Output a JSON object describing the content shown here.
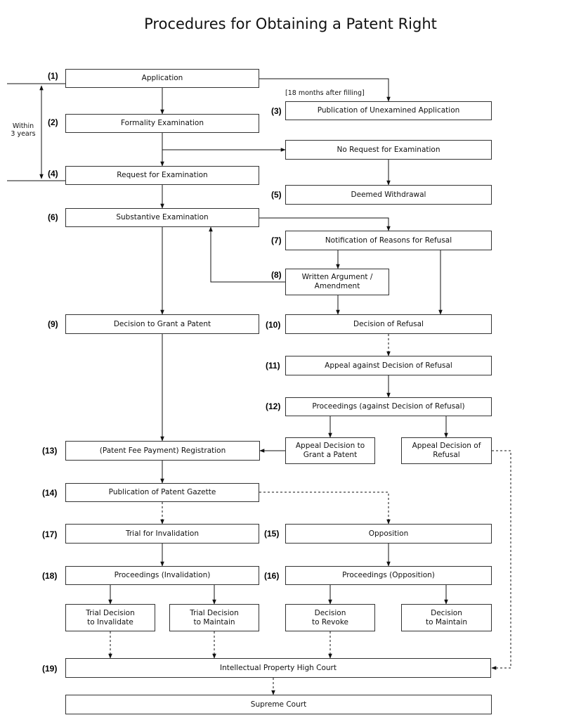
{
  "title": "Procedures for Obtaining a Patent Right",
  "within_label": "Within\n3 years",
  "months_note": "[18 months after filling]",
  "steps": {
    "application": {
      "num": "(1)",
      "label": "Application"
    },
    "formality": {
      "num": "(2)",
      "label": "Formality Examination"
    },
    "publication_unexamined": {
      "num": "(3)",
      "label": "Publication of Unexamined Application"
    },
    "request_exam": {
      "num": "(4)",
      "label": "Request for Examination"
    },
    "no_request": {
      "label": "No Request for Examination"
    },
    "deemed_withdrawal": {
      "num": "(5)",
      "label": "Deemed Withdrawal"
    },
    "substantive": {
      "num": "(6)",
      "label": "Substantive Examination"
    },
    "notification_refusal": {
      "num": "(7)",
      "label": "Notification of Reasons for Refusal"
    },
    "written_argument": {
      "num": "(8)",
      "label": "Written Argument /\nAmendment"
    },
    "decision_grant": {
      "num": "(9)",
      "label": "Decision to Grant a Patent"
    },
    "decision_refusal": {
      "num": "(10)",
      "label": "Decision of Refusal"
    },
    "appeal_refusal": {
      "num": "(11)",
      "label": "Appeal against Decision of Refusal"
    },
    "proceedings_refusal": {
      "num": "(12)",
      "label": "Proceedings (against Decision of Refusal)"
    },
    "appeal_grant": {
      "label": "Appeal Decision to\nGrant a Patent"
    },
    "appeal_decision_refusal": {
      "label": "Appeal Decision of\nRefusal"
    },
    "registration": {
      "num": "(13)",
      "label": "(Patent Fee Payment) Registration"
    },
    "gazette": {
      "num": "(14)",
      "label": "Publication of Patent Gazette"
    },
    "opposition": {
      "num": "(15)",
      "label": "Opposition"
    },
    "proceedings_opposition": {
      "num": "(16)",
      "label": "Proceedings (Opposition)"
    },
    "trial_invalidation": {
      "num": "(17)",
      "label": "Trial for Invalidation"
    },
    "proceedings_invalidation": {
      "num": "(18)",
      "label": "Proceedings (Invalidation)"
    },
    "trial_invalidate": {
      "label": "Trial Decision\nto Invalidate"
    },
    "trial_maintain": {
      "label": "Trial Decision\nto Maintain"
    },
    "decision_revoke": {
      "label": "Decision\nto Revoke"
    },
    "decision_maintain": {
      "label": "Decision\nto Maintain"
    },
    "ip_high_court": {
      "num": "(19)",
      "label": "Intellectual Property High Court"
    },
    "supreme_court": {
      "label": "Supreme Court"
    }
  }
}
